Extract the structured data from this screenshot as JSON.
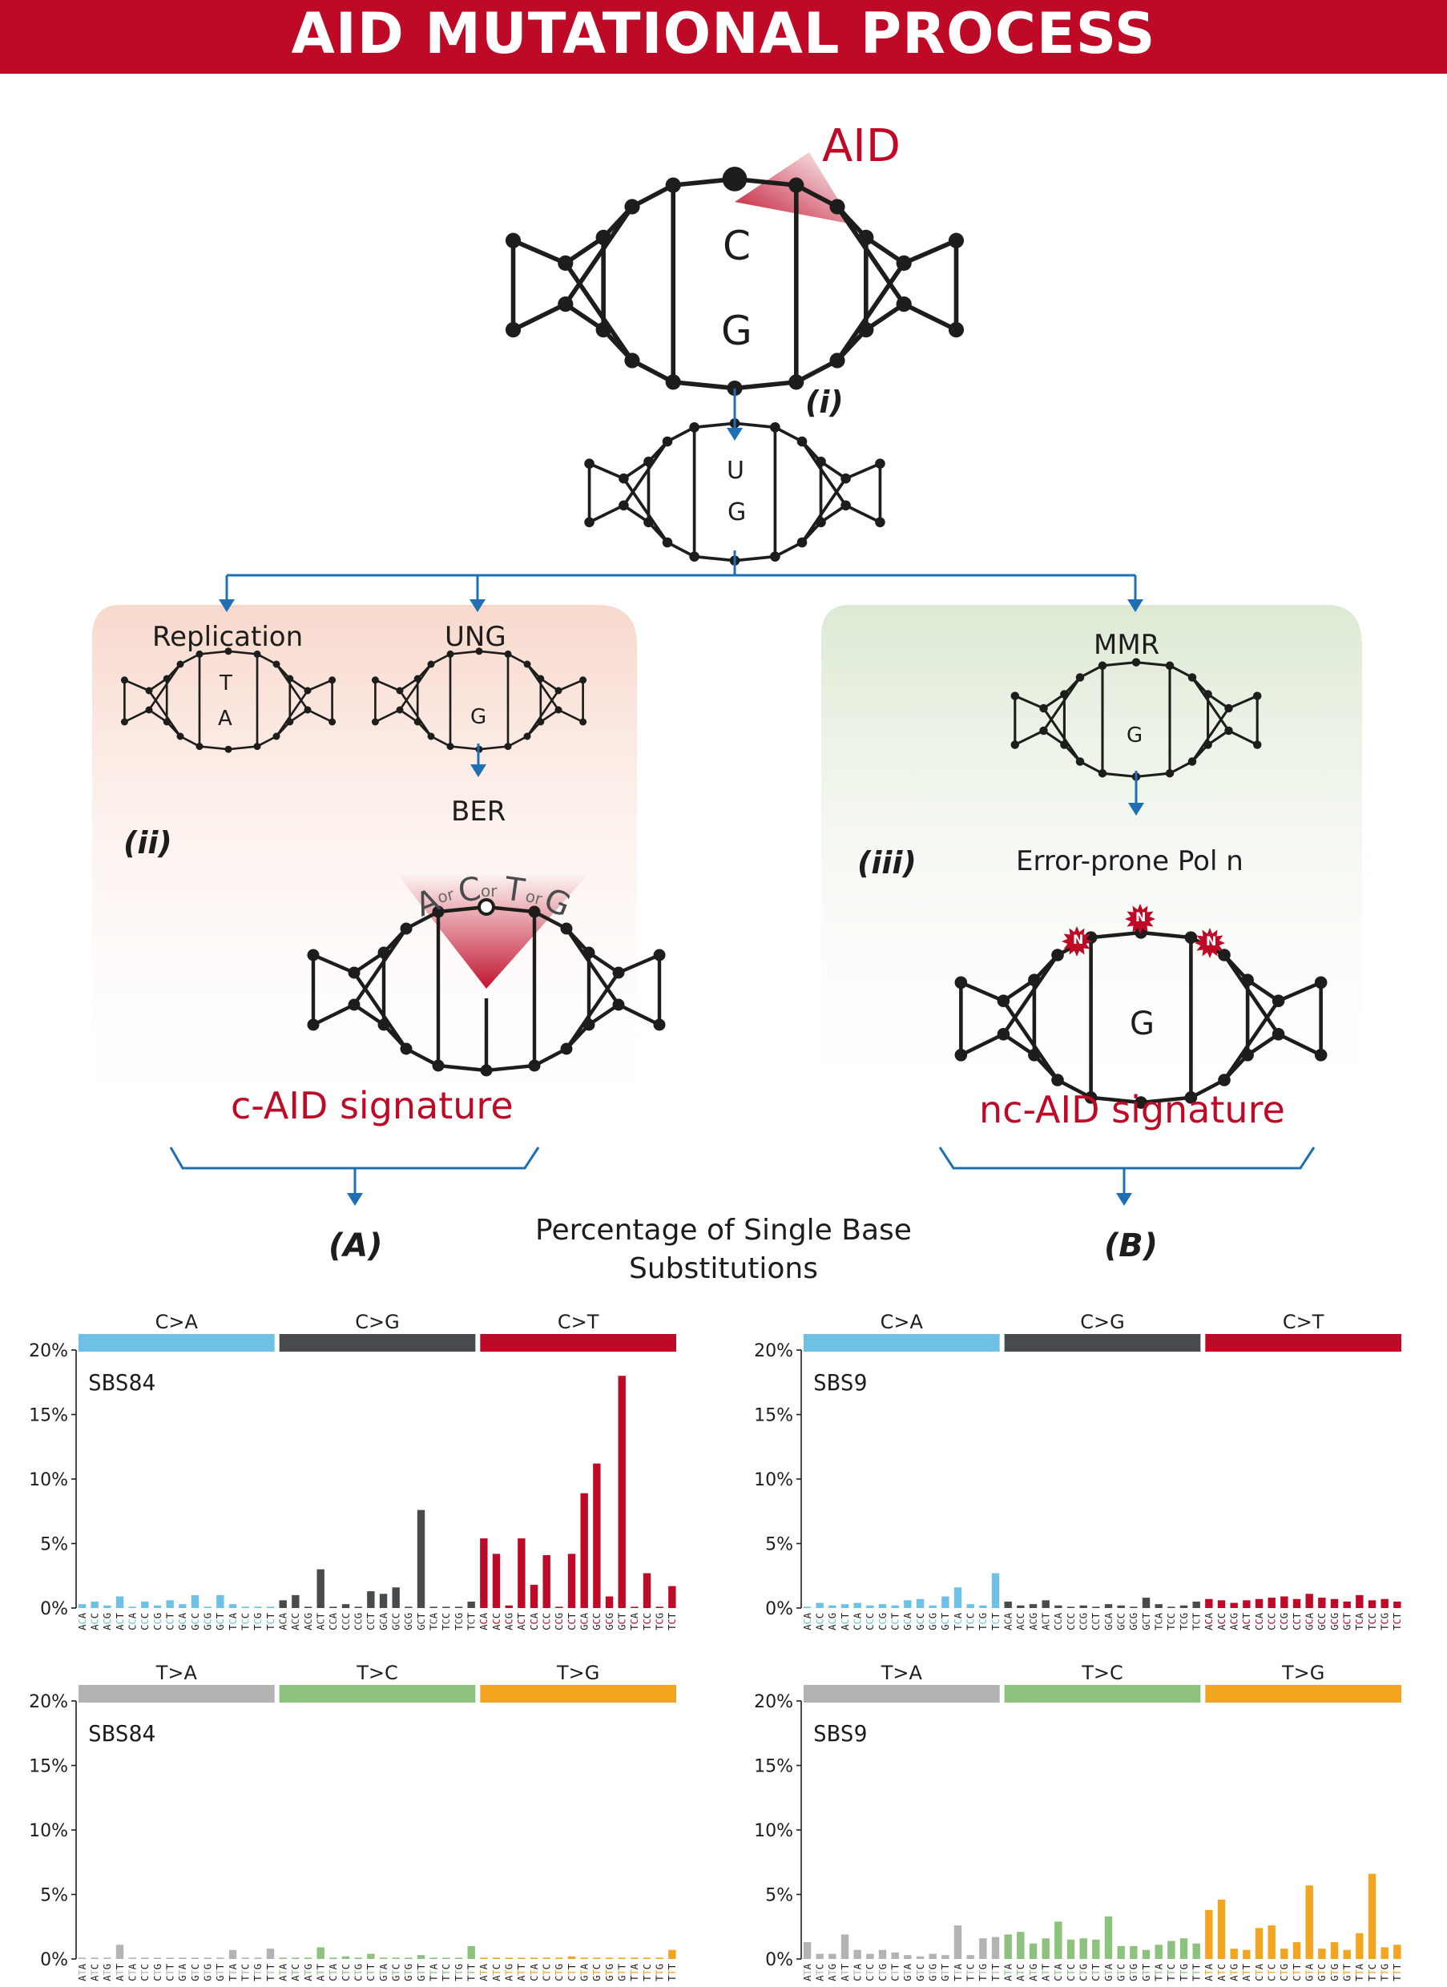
{
  "title": "AID MUTATIONAL PROCESS",
  "colors": {
    "red": "#be0a26",
    "blue_arrow": "#1f6fb4",
    "panel_pink": "#f8d8cc",
    "panel_green": "#dde9d4",
    "ca": "#6ec1e4",
    "cg": "#474b4e",
    "ct": "#be0a26",
    "ta": "#b3b3b3",
    "tc": "#8cc27d",
    "tg": "#f3a51f"
  },
  "diagram": {
    "aid_label": "AID",
    "base_c": "C",
    "base_g": "G",
    "step_i": "(i)",
    "base_u": "U",
    "base_g_small": "G",
    "replication_label": "Replication",
    "replication_top": "T",
    "replication_bottom": "A",
    "ung_label": "UNG",
    "ung_base": "G",
    "ber_label": "BER",
    "step_ii": "(ii)",
    "ber_letters": [
      "A",
      "or",
      "C",
      "or",
      "T",
      "or",
      "G"
    ],
    "c_aid_signature": "c-AID signature",
    "mmr_label": "MMR",
    "mmr_base": "G",
    "step_iii": "(iii)",
    "error_prone": "Error-prone Pol n",
    "n_badge": "N",
    "final_base": "G",
    "nc_aid_signature": "nc-AID signature",
    "label_a": "(A)",
    "label_b": "(B)",
    "chart_heading_line1": "Percentage of Single Base",
    "chart_heading_line2": "Substitutions"
  },
  "chart_data": [
    {
      "type": "bar",
      "name": "SBS84",
      "panel": "A",
      "ylabel": "",
      "ylim": [
        0,
        20
      ],
      "yticks": [
        "0%",
        "5%",
        "10%",
        "15%",
        "20%"
      ],
      "groups": [
        "C>A",
        "C>G",
        "C>T"
      ],
      "group_colors": [
        "#6ec1e4",
        "#474b4e",
        "#be0a26"
      ],
      "categories": [
        "ACA",
        "ACC",
        "ACG",
        "ACT",
        "CCA",
        "CCC",
        "CCG",
        "CCT",
        "GCA",
        "GCC",
        "GCG",
        "GCT",
        "TCA",
        "TCC",
        "TCG",
        "TCT",
        "ACA",
        "ACC",
        "ACG",
        "ACT",
        "CCA",
        "CCC",
        "CCG",
        "CCT",
        "GCA",
        "GCC",
        "GCG",
        "GCT",
        "TCA",
        "TCC",
        "TCG",
        "TCT",
        "ACA",
        "ACC",
        "ACG",
        "ACT",
        "CCA",
        "CCC",
        "CCG",
        "CCT",
        "GCA",
        "GCC",
        "GCG",
        "GCT",
        "TCA",
        "TCC",
        "TCG",
        "TCT"
      ],
      "values": [
        0.3,
        0.5,
        0.2,
        0.9,
        0.1,
        0.5,
        0.2,
        0.6,
        0.3,
        1.0,
        0.1,
        1.0,
        0.3,
        0.1,
        0.1,
        0.1,
        0.6,
        1.0,
        0.1,
        3.0,
        0.1,
        0.3,
        0.1,
        1.3,
        1.1,
        1.6,
        0.1,
        7.6,
        0.1,
        0.1,
        0.1,
        0.5,
        5.4,
        4.2,
        0.2,
        5.4,
        1.8,
        4.1,
        0.1,
        4.2,
        8.9,
        11.2,
        0.9,
        18.0,
        0.1,
        2.7,
        0.1,
        1.7
      ]
    },
    {
      "type": "bar",
      "name": "SBS84",
      "panel": "A",
      "ylabel": "",
      "ylim": [
        0,
        20
      ],
      "yticks": [
        "0%",
        "5%",
        "10%",
        "15%",
        "20%"
      ],
      "groups": [
        "T>A",
        "T>C",
        "T>G"
      ],
      "group_colors": [
        "#b3b3b3",
        "#8cc27d",
        "#f3a51f"
      ],
      "categories": [
        "ATA",
        "ATC",
        "ATG",
        "ATT",
        "CTA",
        "CTC",
        "CTG",
        "CTT",
        "GTA",
        "GTC",
        "GTG",
        "GTT",
        "TTA",
        "TTC",
        "TTG",
        "TTT",
        "ATA",
        "ATC",
        "ATG",
        "ATT",
        "CTA",
        "CTC",
        "CTG",
        "CTT",
        "GTA",
        "GTC",
        "GTG",
        "GTT",
        "TTA",
        "TTC",
        "TTG",
        "TTT",
        "ATA",
        "ATC",
        "ATG",
        "ATT",
        "CTA",
        "CTC",
        "CTG",
        "CTT",
        "GTA",
        "GTC",
        "GTG",
        "GTT",
        "TTA",
        "TTC",
        "TTG",
        "TTT"
      ],
      "values": [
        0.1,
        0.1,
        0.1,
        1.1,
        0.1,
        0.1,
        0.1,
        0.1,
        0.1,
        0.1,
        0.1,
        0.1,
        0.7,
        0.1,
        0.1,
        0.8,
        0.1,
        0.1,
        0.1,
        0.9,
        0.1,
        0.2,
        0.1,
        0.4,
        0.1,
        0.1,
        0.1,
        0.3,
        0.1,
        0.1,
        0.1,
        1.0,
        0.1,
        0.1,
        0.1,
        0.1,
        0.1,
        0.1,
        0.1,
        0.2,
        0.1,
        0.1,
        0.1,
        0.1,
        0.1,
        0.1,
        0.1,
        0.7
      ]
    },
    {
      "type": "bar",
      "name": "SBS9",
      "panel": "B",
      "ylabel": "",
      "ylim": [
        0,
        20
      ],
      "yticks": [
        "0%",
        "5%",
        "10%",
        "15%",
        "20%"
      ],
      "groups": [
        "C>A",
        "C>G",
        "C>T"
      ],
      "group_colors": [
        "#6ec1e4",
        "#474b4e",
        "#be0a26"
      ],
      "categories": [
        "ACA",
        "ACC",
        "ACG",
        "ACT",
        "CCA",
        "CCC",
        "CCG",
        "CCT",
        "GCA",
        "GCC",
        "GCG",
        "GCT",
        "TCA",
        "TCC",
        "TCG",
        "TCT",
        "ACA",
        "ACC",
        "ACG",
        "ACT",
        "CCA",
        "CCC",
        "CCG",
        "CCT",
        "GCA",
        "GCC",
        "GCG",
        "GCT",
        "TCA",
        "TCC",
        "TCG",
        "TCT",
        "ACA",
        "ACC",
        "ACG",
        "ACT",
        "CCA",
        "CCC",
        "CCG",
        "CCT",
        "GCA",
        "GCC",
        "GCG",
        "GCT",
        "TCA",
        "TCC",
        "TCG",
        "TCT"
      ],
      "values": [
        0.1,
        0.4,
        0.2,
        0.3,
        0.4,
        0.2,
        0.3,
        0.2,
        0.6,
        0.7,
        0.2,
        0.9,
        1.6,
        0.3,
        0.2,
        2.7,
        0.5,
        0.2,
        0.3,
        0.6,
        0.2,
        0.1,
        0.2,
        0.1,
        0.3,
        0.2,
        0.1,
        0.8,
        0.3,
        0.1,
        0.2,
        0.5,
        0.7,
        0.6,
        0.4,
        0.6,
        0.7,
        0.8,
        0.9,
        0.7,
        1.1,
        0.8,
        0.7,
        0.5,
        1.0,
        0.6,
        0.7,
        0.5
      ]
    },
    {
      "type": "bar",
      "name": "SBS9",
      "panel": "B",
      "ylabel": "",
      "ylim": [
        0,
        20
      ],
      "yticks": [
        "0%",
        "5%",
        "10%",
        "15%",
        "20%"
      ],
      "groups": [
        "T>A",
        "T>C",
        "T>G"
      ],
      "group_colors": [
        "#b3b3b3",
        "#8cc27d",
        "#f3a51f"
      ],
      "categories": [
        "ATA",
        "ATC",
        "ATG",
        "ATT",
        "CTA",
        "CTC",
        "CTG",
        "CTT",
        "GTA",
        "GTC",
        "GTG",
        "GTT",
        "TTA",
        "TTC",
        "TTG",
        "TTT",
        "ATA",
        "ATC",
        "ATG",
        "ATT",
        "CTA",
        "CTC",
        "CTG",
        "CTT",
        "GTA",
        "GTC",
        "GTG",
        "GTT",
        "TTA",
        "TTC",
        "TTG",
        "TTT",
        "ATA",
        "ATC",
        "ATG",
        "ATT",
        "CTA",
        "CTC",
        "CTG",
        "CTT",
        "GTA",
        "GTC",
        "GTG",
        "GTT",
        "TTA",
        "TTC",
        "TTG",
        "TTT"
      ],
      "values": [
        1.3,
        0.4,
        0.4,
        1.9,
        0.7,
        0.4,
        0.7,
        0.5,
        0.3,
        0.2,
        0.4,
        0.3,
        2.6,
        0.3,
        1.6,
        1.7,
        1.9,
        2.1,
        1.2,
        1.6,
        2.9,
        1.5,
        1.6,
        1.5,
        3.3,
        1.0,
        1.0,
        0.7,
        1.1,
        1.4,
        1.6,
        1.2,
        3.8,
        4.6,
        0.8,
        0.7,
        2.4,
        2.6,
        0.8,
        1.3,
        5.7,
        0.8,
        1.3,
        0.7,
        2.0,
        6.6,
        0.9,
        1.1
      ]
    }
  ]
}
